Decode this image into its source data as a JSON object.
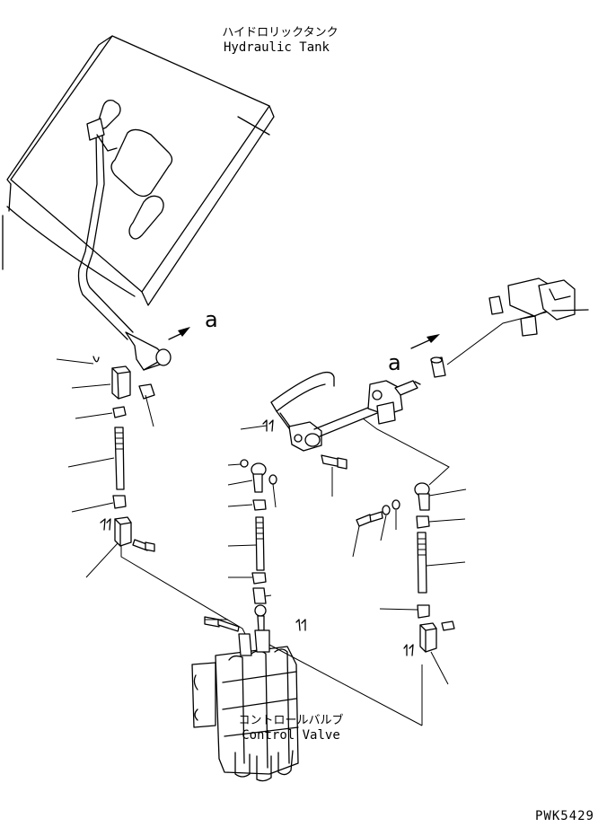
{
  "labels": {
    "tank_jp": "ハイドロリックタンク",
    "tank_en": "Hydraulic Tank",
    "valve_jp": "コントロールバルブ",
    "valve_en": "Control Valve",
    "detail_ref": "a",
    "drawing_code": "PWK5429"
  }
}
